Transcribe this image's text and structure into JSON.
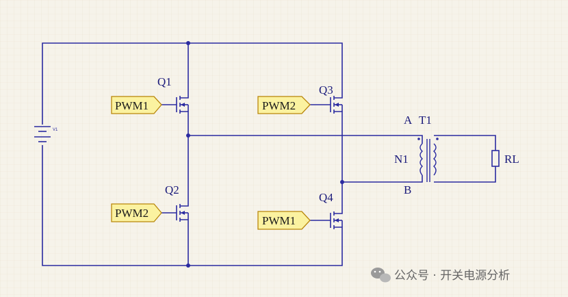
{
  "schematic": {
    "transistors": [
      "Q1",
      "Q2",
      "Q3",
      "Q4"
    ],
    "pwm_tags": [
      "PWM1",
      "PWM2",
      "PWM2",
      "PWM1"
    ],
    "transformer": {
      "name": "T1",
      "winding": "N1",
      "node_a": "A",
      "node_b": "B"
    },
    "load": "RL",
    "source": "V1"
  },
  "watermark": "公众号 · 开关电源分析"
}
